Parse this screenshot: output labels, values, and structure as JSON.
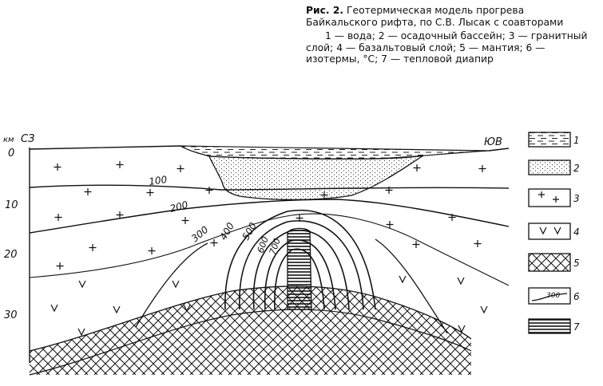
{
  "caption": {
    "figure_number": "Рис. 2.",
    "title": "Геотермическая модель прогрева Байкальского рифта, по С.В. Лысак с соавторами",
    "legend_text": "1 — вода; 2 — осадочный бассейн; 3 — гранитный слой; 4 — базальтовый слой; 5 — мантия; 6 — изотермы, °С; 7 — тепловой диапир"
  },
  "axis": {
    "unit": "км",
    "ticks": [
      "0",
      "10",
      "20",
      "30"
    ]
  },
  "directions": {
    "left": "СЗ",
    "right": "ЮВ"
  },
  "isotherms": [
    "100",
    "200",
    "300",
    "400",
    "500",
    "600",
    "700"
  ],
  "legend": {
    "items": [
      {
        "number": "1",
        "pattern": "water-dashes"
      },
      {
        "number": "2",
        "pattern": "sediment-dots"
      },
      {
        "number": "3",
        "pattern": "granite-plus"
      },
      {
        "number": "4",
        "pattern": "basalt-v"
      },
      {
        "number": "5",
        "pattern": "mantle-crosshatch"
      },
      {
        "number": "6",
        "pattern": "isotherm-sample",
        "sample_label": "300"
      },
      {
        "number": "7",
        "pattern": "diapir-hatch"
      }
    ]
  },
  "colors": {
    "ink": "#111111",
    "paper": "#ffffff"
  }
}
